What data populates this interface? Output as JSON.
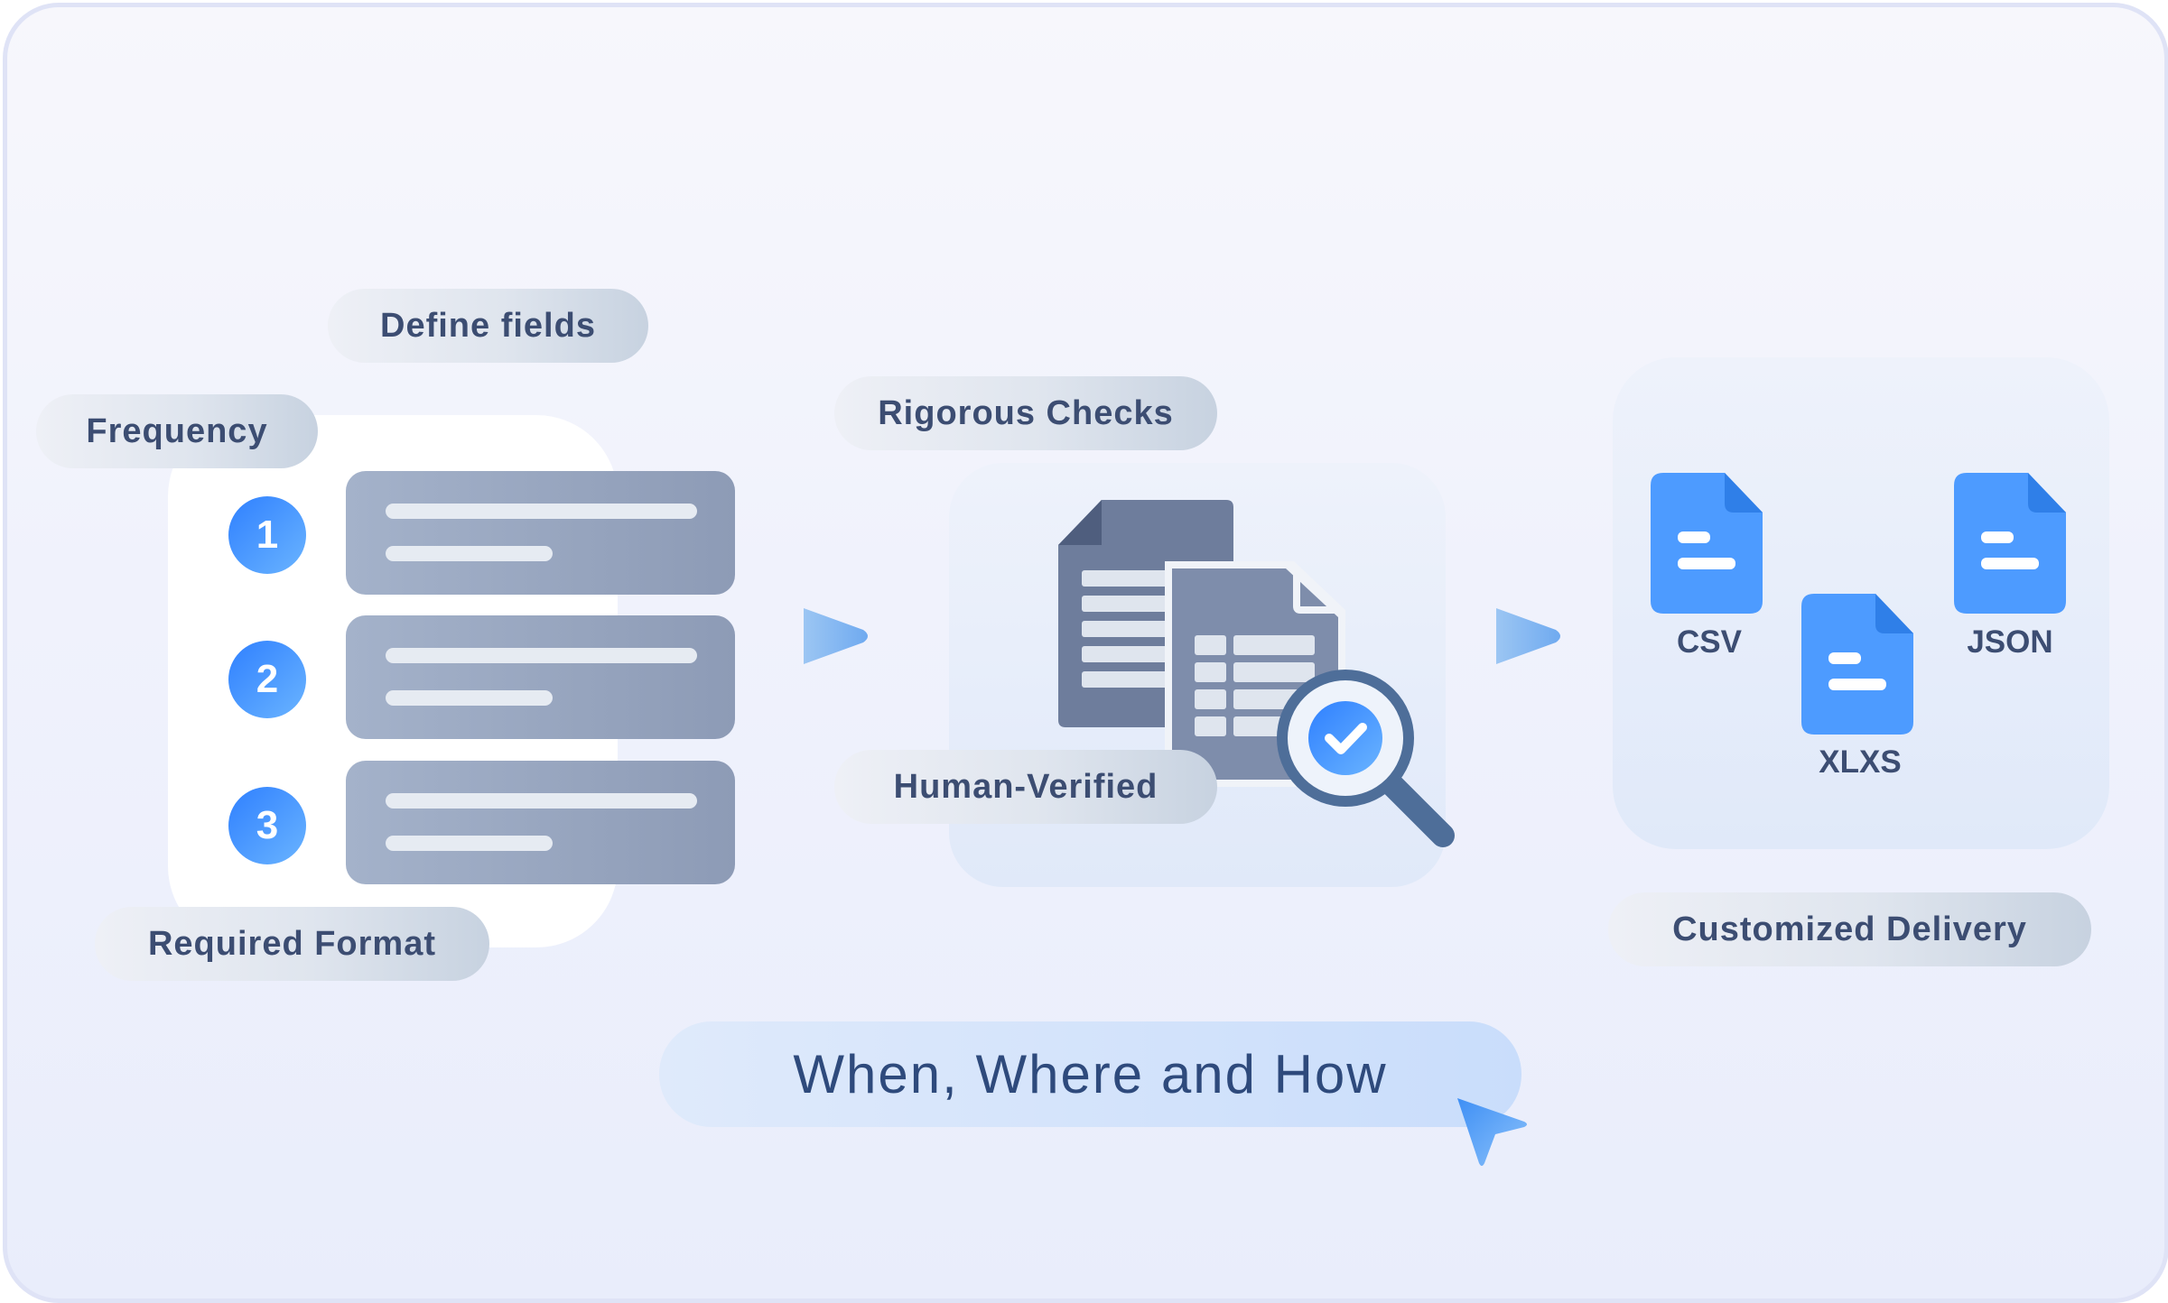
{
  "labels": {
    "define_fields": "Define fields",
    "frequency": "Frequency",
    "required_format": "Required Format",
    "rigorous_checks": "Rigorous Checks",
    "human_verified": "Human-Verified",
    "customized_delivery": "Customized Delivery",
    "tagline": "When, Where and How"
  },
  "steps": [
    "1",
    "2",
    "3"
  ],
  "formats": [
    "CSV",
    "XLXS",
    "JSON"
  ],
  "icons": [
    "document-list-icon",
    "spreadsheet-documents-icon",
    "magnifier-check-icon",
    "file-icon",
    "arrow-right-icon",
    "cursor-pointer-icon"
  ],
  "colors": {
    "accent_blue": "#4d9bff",
    "label_text": "#3c4d72",
    "doc_gray": "#6e7d9c"
  }
}
